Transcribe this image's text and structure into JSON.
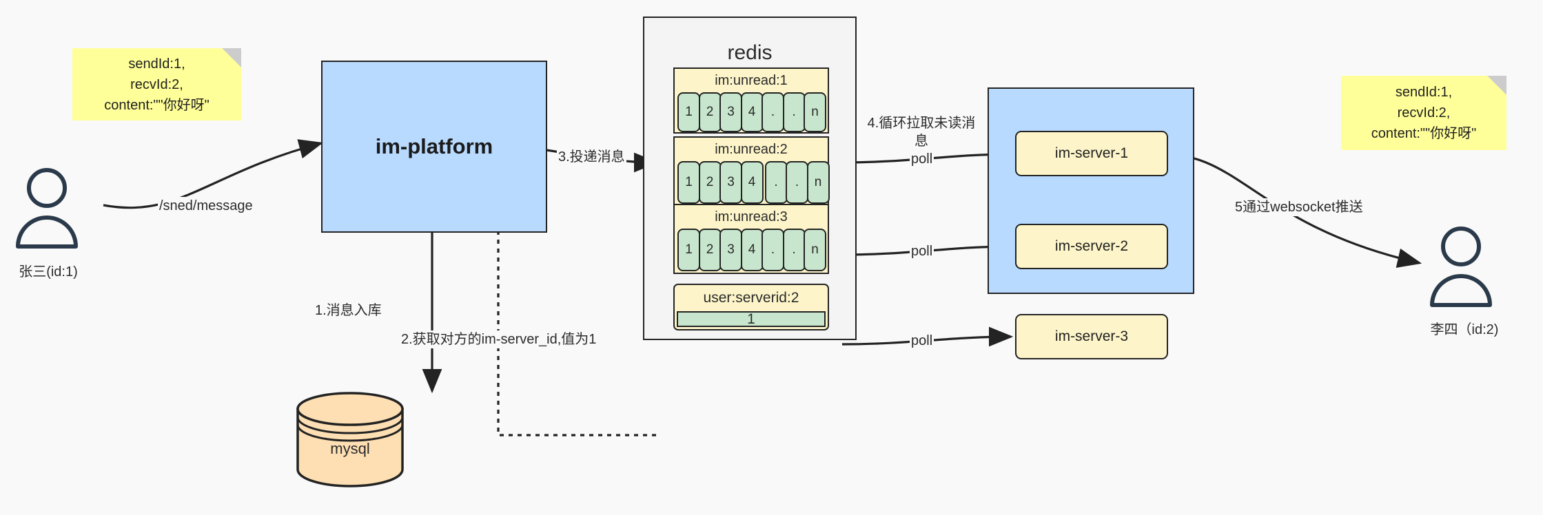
{
  "diagram": {
    "title": "IM message delivery architecture",
    "colors": {
      "sticky": "#ffff99",
      "blue": "#b8daff",
      "yellow": "#fdf5c9",
      "green": "#c7e6cd",
      "db": "#fddfb3",
      "stroke": "#232323",
      "background": "#f9f9f9"
    }
  },
  "actors": {
    "sender": {
      "name": "张三(id:1)",
      "icon": "user-icon"
    },
    "receiver": {
      "name": "李四（id:2)",
      "icon": "user-icon"
    }
  },
  "notes": {
    "left": {
      "text": "sendId:1,\nrecvId:2,\ncontent:\"\"你好呀\""
    },
    "right": {
      "text": "sendId:1,\nrecvId:2,\ncontent:\"\"你好呀\""
    }
  },
  "platform": {
    "label": "im-platform"
  },
  "database": {
    "label": "mysql"
  },
  "redis": {
    "title": "redis",
    "lists": [
      {
        "key": "im:unread:1",
        "cells": [
          "1",
          "2",
          "3",
          "4",
          ".",
          ".",
          "n"
        ]
      },
      {
        "key": "im:unread:2",
        "cells": [
          "1",
          "2",
          "3",
          "4",
          ".",
          ".",
          "n"
        ]
      },
      {
        "key": "im:unread:3",
        "cells": [
          "1",
          "2",
          "3",
          "4",
          ".",
          ".",
          "n"
        ]
      }
    ],
    "kv": {
      "key": "user:serverid:2",
      "value": "1"
    }
  },
  "servers": {
    "items": [
      {
        "label": "im-server-1"
      },
      {
        "label": "im-server-2"
      },
      {
        "label": "im-server-3"
      }
    ]
  },
  "edges": {
    "send_message": "/sned/message",
    "step1": "1.消息入库",
    "step2": "2.获取对方的im-server_id,值为1",
    "step3": "3.投递消息",
    "step4": "4.循环拉取未读消\n息",
    "poll1": "poll",
    "poll2": "poll",
    "poll3": "poll",
    "step5": "5通过websocket推送"
  }
}
